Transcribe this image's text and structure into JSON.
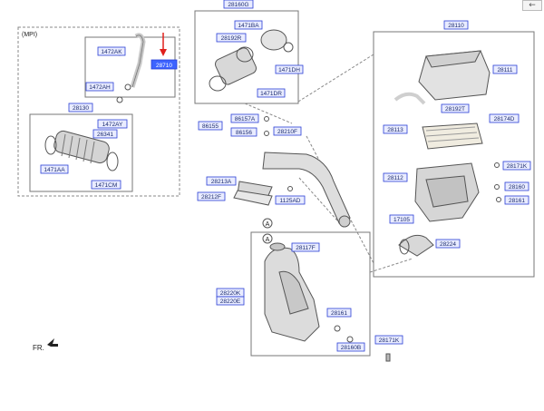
{
  "nav": {
    "back_glyph": "←"
  },
  "colors": {
    "label_border": "#2a3fd6",
    "label_fill": "#e9ecff",
    "highlight_fill": "#3d63ff",
    "arrow": "#e0201c",
    "outline": "#555555"
  },
  "mpi_label": "(MPI)",
  "front_label": "FR.",
  "circle_marks": [
    "A",
    "A"
  ],
  "part_labels": {
    "p1": "28160G",
    "p2": "28110",
    "p3": "1471BA",
    "p4": "28192R",
    "p5": "1471DH",
    "p6": "1471DR",
    "p7": "1472AK",
    "p8": "28710",
    "p9": "1472AH",
    "p10": "28130",
    "p11": "1472AY",
    "p12": "26341",
    "p13": "1471AA",
    "p14": "1471CM",
    "p15": "86157A",
    "p16": "86155",
    "p17": "86156",
    "p18": "28210F",
    "p19": "28213A",
    "p20": "28212F",
    "p21": "1125AD",
    "p22": "28117F",
    "p23": "28220K",
    "p24": "28220E",
    "p25": "28161",
    "p26": "28160B",
    "p27": "28171K",
    "p28": "28111",
    "p29": "28192T",
    "p30": "28174D",
    "p31": "28113",
    "p32": "28112",
    "p33": "28171K",
    "p34": "28160",
    "p35": "28161",
    "p36": "17105",
    "p37": "28224"
  }
}
